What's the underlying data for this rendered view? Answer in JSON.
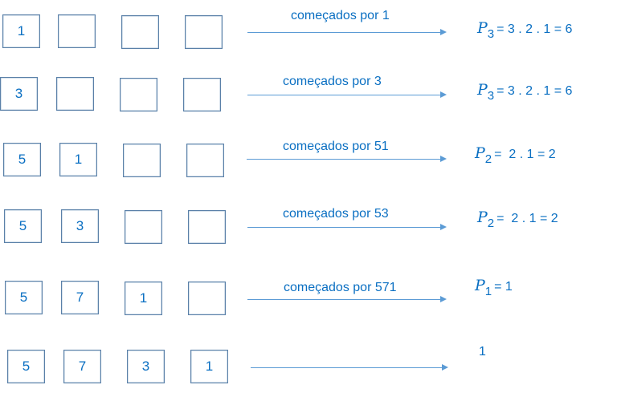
{
  "rows": [
    {
      "boxes": [
        "1",
        "",
        "",
        ""
      ],
      "label": "começados por 1",
      "result": {
        "var": "P",
        "sub": "3",
        "expr": "= 3 . 2 . 1 = 6"
      }
    },
    {
      "boxes": [
        "3",
        "",
        "",
        ""
      ],
      "label": "começados por 3",
      "result": {
        "var": "P",
        "sub": "3",
        "expr": "= 3 . 2 . 1 = 6"
      }
    },
    {
      "boxes": [
        "5",
        "1",
        "",
        ""
      ],
      "label": "começados por 51",
      "result": {
        "var": "P",
        "sub": "2",
        "expr": "=  2 . 1 = 2"
      }
    },
    {
      "boxes": [
        "5",
        "3",
        "",
        ""
      ],
      "label": "começados por 53",
      "result": {
        "var": "P",
        "sub": "2",
        "expr": "=  2 . 1 = 2"
      }
    },
    {
      "boxes": [
        "5",
        "7",
        "1",
        ""
      ],
      "label": "começados por 571",
      "result": {
        "var": "P",
        "sub": "1",
        "expr": "= 1"
      }
    },
    {
      "boxes": [
        "5",
        "7",
        "3",
        "1"
      ],
      "label": "",
      "result": {
        "var": "",
        "sub": "",
        "expr": "1"
      }
    }
  ],
  "colors": {
    "text": "#0a6fc2",
    "box_border": "#5a80a8",
    "arrow": "#5b9bd5"
  }
}
